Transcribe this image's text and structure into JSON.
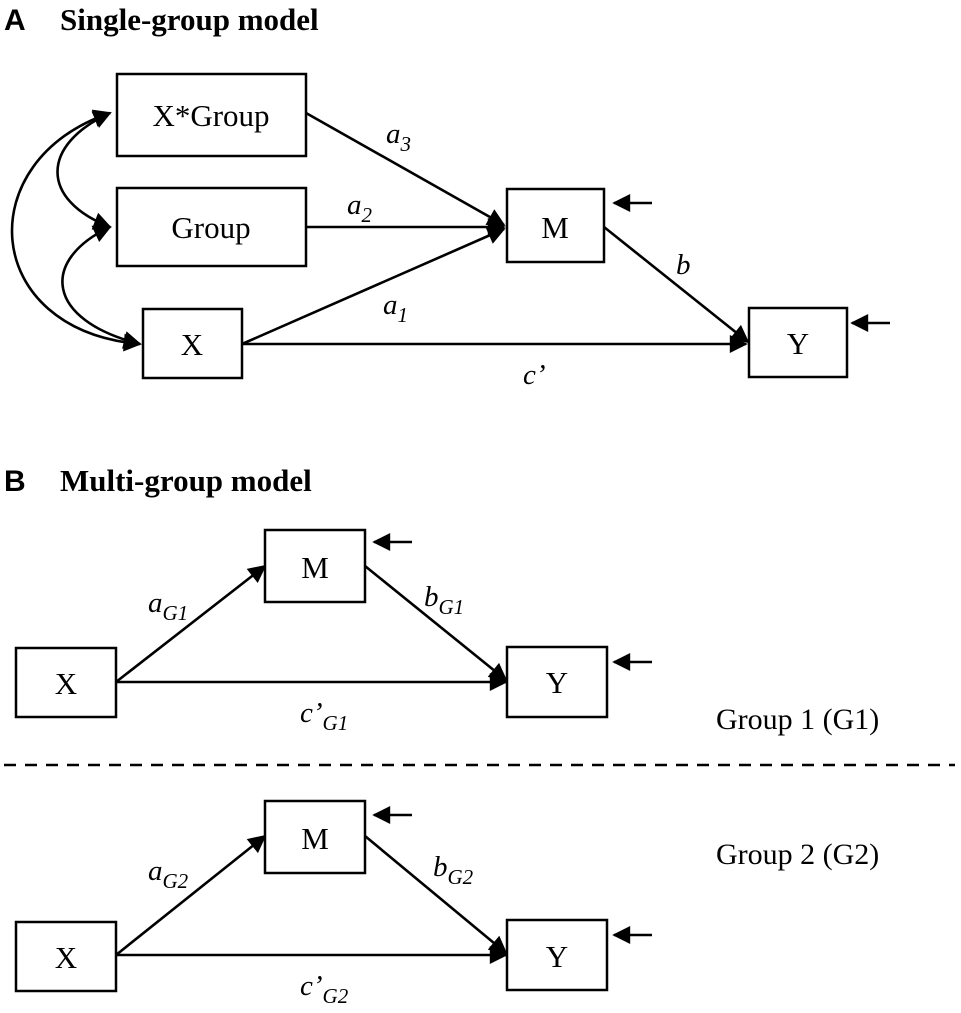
{
  "panel_a": {
    "letter": "A",
    "title": "Single-group model",
    "nodes": {
      "xgroup": "X*Group",
      "group": "Group",
      "x": "X",
      "m": "M",
      "y": "Y"
    },
    "paths": {
      "a3": {
        "base": "a",
        "sub": "3"
      },
      "a2": {
        "base": "a",
        "sub": "2"
      },
      "a1": {
        "base": "a",
        "sub": "1"
      },
      "b": {
        "base": "b",
        "sub": ""
      },
      "c_prime": {
        "base": "c’",
        "sub": ""
      }
    }
  },
  "panel_b": {
    "letter": "B",
    "title": "Multi-group model",
    "group1": {
      "label": "Group 1 (G1)",
      "nodes": {
        "x": "X",
        "m": "M",
        "y": "Y"
      },
      "paths": {
        "a": {
          "base": "a",
          "sub": "G1"
        },
        "b": {
          "base": "b",
          "sub": "G1"
        },
        "c_prime": {
          "base": "c’",
          "sub": "G1"
        }
      }
    },
    "group2": {
      "label": "Group 2 (G2)",
      "nodes": {
        "x": "X",
        "m": "M",
        "y": "Y"
      },
      "paths": {
        "a": {
          "base": "a",
          "sub": "G2"
        },
        "b": {
          "base": "b",
          "sub": "G2"
        },
        "c_prime": {
          "base": "c’",
          "sub": "G2"
        }
      }
    }
  }
}
